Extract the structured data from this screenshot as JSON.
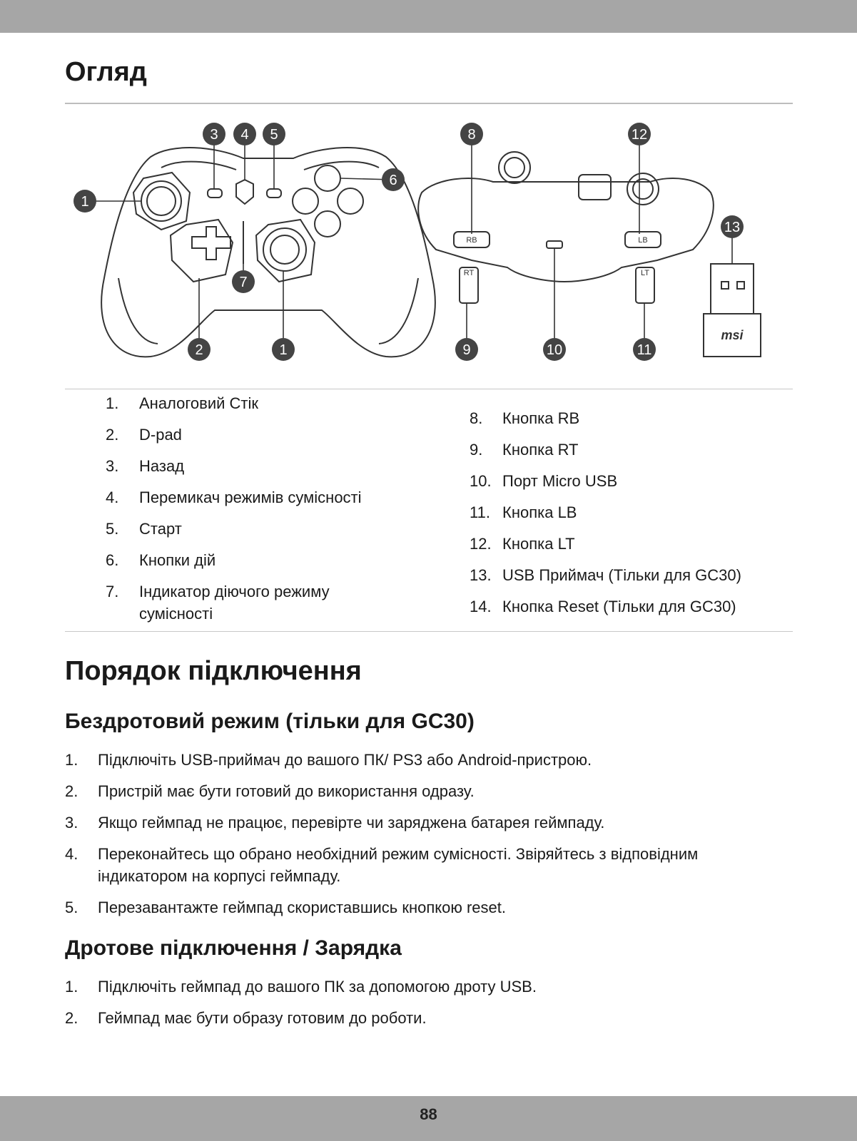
{
  "page": {
    "number": "88"
  },
  "overview": {
    "title": "Огляд",
    "callouts_front": [
      "1",
      "2",
      "3",
      "4",
      "5",
      "6",
      "7",
      "1"
    ],
    "callouts_top": [
      "8",
      "9",
      "10",
      "11",
      "12",
      "13"
    ],
    "labels_shoulder": [
      "RB",
      "LB",
      "RT",
      "LT"
    ],
    "receiver_logo": "msi",
    "parts_left": [
      {
        "num": "1.",
        "text": "Аналоговий Стік"
      },
      {
        "num": "2.",
        "text": "D-pad"
      },
      {
        "num": "3.",
        "text": "Назад"
      },
      {
        "num": "4.",
        "text": "Перемикач режимів сумісності"
      },
      {
        "num": "5.",
        "text": "Старт"
      },
      {
        "num": "6.",
        "text": "Кнопки дій"
      },
      {
        "num": "7.",
        "text": "Індикатор діючого режиму сумісності"
      }
    ],
    "parts_right": [
      {
        "num": "8.",
        "text": "Кнопка RB"
      },
      {
        "num": "9.",
        "text": "Кнопка RT"
      },
      {
        "num": "10.",
        "text": "Порт Micro USB"
      },
      {
        "num": "11.",
        "text": "Кнопка LB"
      },
      {
        "num": "12.",
        "text": "Кнопка LT"
      },
      {
        "num": "13.",
        "text": "USB Приймач (Тільки для GC30)"
      },
      {
        "num": "14.",
        "text": "Кнопка Reset (Тільки для GC30)"
      }
    ]
  },
  "connection": {
    "title": "Порядок підключення",
    "wireless": {
      "title": "Бездротовий режим (тільки для GC30)",
      "steps": [
        {
          "num": "1.",
          "text": "Підключіть USB-приймач до вашого ПК/ PS3 або Android-пристрою."
        },
        {
          "num": "2.",
          "text": "Пристрій має бути готовий до використання одразу."
        },
        {
          "num": "3.",
          "text": "Якщо геймпад не працює, перевірте чи заряджена батарея геймпаду."
        },
        {
          "num": "4.",
          "text": "Переконайтесь що обрано необхідний режим сумісності. Звіряйтесь з відповідним індикатором на корпусі геймпаду."
        },
        {
          "num": "5.",
          "text": "Перезавантажте геймпад скориставшись кнопкою reset."
        }
      ]
    },
    "wired": {
      "title": "Дротове підключення / Зарядка",
      "steps": [
        {
          "num": "1.",
          "text": "Підключіть геймпад до вашого ПК за допомогою дроту USB."
        },
        {
          "num": "2.",
          "text": "Геймпад має бути образу готовим до роботи."
        }
      ]
    }
  }
}
